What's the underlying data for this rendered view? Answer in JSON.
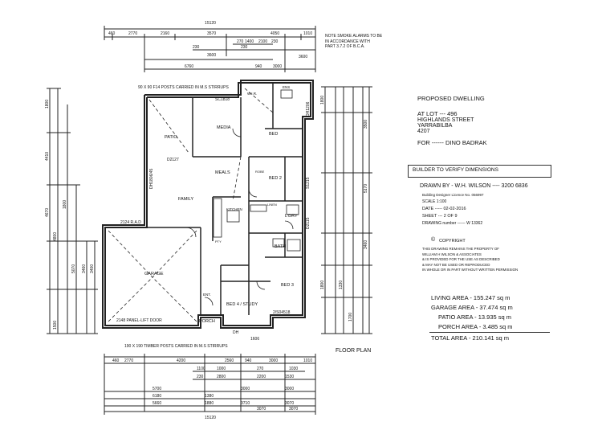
{
  "notes": {
    "smoke_alarms": [
      "NOTE SMOKE ALARMS TO BE",
      "IN ACCORDANCE WITH",
      "PART 3.7.2 OF B.C.A."
    ],
    "posts_top": "90 X 90 F14 POSTS CARRIED IN M.S STIRRUPS",
    "posts_bottom": "190 X 190 TIMBER POSTS CARRIED IN M.S STIRRUPS",
    "floor_plan": "FLOOR PLAN"
  },
  "rooms": {
    "media": "MEDIA",
    "patio": "PATIO",
    "bed": "BED",
    "meals": "MEALS",
    "family": "FAMILY",
    "bed2": "BED 2",
    "kitchen": "KITCHEN",
    "ldry": "L'DRY",
    "linen": "LINEN",
    "bath": "BATH",
    "robe": "ROBE",
    "wir": "W.I.R.",
    "ens": "ENS",
    "garage": "GARAGE",
    "bed3": "BED 3",
    "bed4_study": "BED 4 / STUDY",
    "porch": "PORCH",
    "ent": "ENT.",
    "pantry": "PTY"
  },
  "labels": {
    "sc1818": "SC1818",
    "d2127": "D2127",
    "dh1806_45": "DH1806/45",
    "dh1206": "DH1206",
    "s1215": "S1215",
    "d2115": "D2115",
    "rad": "2124 R.A.D",
    "panel_door": "2148 PANEL-LIFT DOOR",
    "s2": "2/S04518",
    "dh": "DH",
    "dh1606": "1606"
  },
  "dimensions": {
    "overall": "15120",
    "top_row1": [
      "460",
      "2770",
      "2160",
      "3570",
      "4050",
      "1010"
    ],
    "top_row2": [
      "270",
      "1400",
      "2100",
      "230"
    ],
    "top_row3": [
      "230",
      "3600",
      "230"
    ],
    "top_row4": [
      "6760",
      "940",
      "3000",
      "3600"
    ],
    "bottom_row1": [
      "460",
      "2770",
      "4200",
      "2560",
      "940",
      "3000",
      "1010"
    ],
    "bottom_row2": [
      "1100",
      "1000",
      "270",
      "1030"
    ],
    "bottom_row3": [
      "230",
      "2800",
      "2200",
      "1530"
    ],
    "bottom_row4": [
      "5700",
      "3000",
      "3000"
    ],
    "bottom_row5": [
      "6180",
      "1380",
      "3710",
      "3070"
    ],
    "bottom_row6": [
      "5660",
      "1880",
      "3070",
      "3070"
    ],
    "left": [
      "1800",
      "4410",
      "4670",
      "4800",
      "1800",
      "5070",
      "3460",
      "3400",
      "1500"
    ],
    "right": [
      "1800",
      "3500",
      "5170",
      "3460",
      "1330",
      "1800",
      "1700"
    ]
  },
  "title_block": {
    "proposed": "PROPOSED DWELLING",
    "lot": "AT LOT --- 496",
    "street": "HIGHLANDS STREET",
    "suburb": "YARRABILBA",
    "postcode": "4207",
    "for": "FOR ------ DINO BADRAK",
    "verify": "BUILDER TO VERIFY DIMENSIONS",
    "drawn_by": "DRAWN BY - W.H. WILSON ---- 3200 6836",
    "licence": "Building Designer Licence No. 056997",
    "scale": "SCALE 1:100",
    "date": "DATE ----- 02-02-2016",
    "sheet": "SHEET --- 2 OF 9",
    "drawing_number": "DRAWING number ------ W 13362",
    "copyright": "COPYRIGHT",
    "copyright_text": [
      "THIS DRAWING REMAINS THE PROPERTY OF",
      "WILLIAM H WILSON & ASSOCIATES",
      "& IS PROVIDED FOR THE USE AS DESCRIBED",
      "& MAY NOT BE USED OR REPRODUCED",
      "IN WHOLE OR IN PART WITHOUT WRITTEN PERMISSION"
    ]
  },
  "areas": {
    "living": "LIVING AREA - 155.247 sq m",
    "garage": "GARAGE AREA - 37.474 sq m",
    "patio": "PATIO AREA - 13.935 sq m",
    "porch": "PORCH AREA - 3.485 sq m",
    "total": "TOTAL AREA - 210.141 sq m"
  }
}
